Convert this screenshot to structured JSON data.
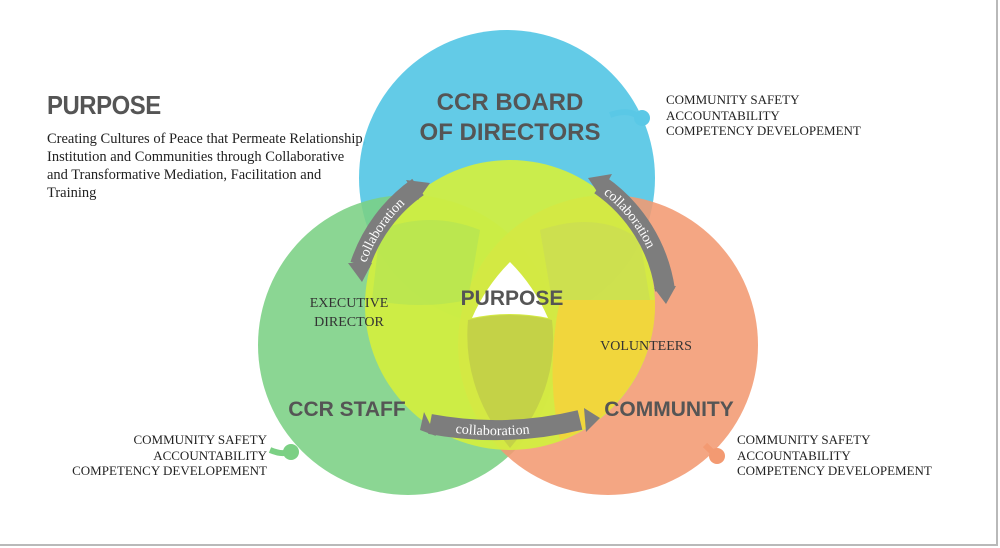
{
  "colors": {
    "board_circle": "#5bc8e6",
    "staff_circle": "#7bd084",
    "community_circle": "#f39a72",
    "purpose_circle": "#c9ec3c",
    "purpose_center": "#ffffff",
    "arc": "#7d7d7d",
    "heading_text": "#555555"
  },
  "sidebar": {
    "title": "PURPOSE",
    "description": "Creating Cultures of Peace that Permeate Relationship, Institution and Communities through Collaborative and Transformative Mediation, Facilitation and Training"
  },
  "circles": {
    "board": {
      "line1": "CCR BOARD",
      "line2": "OF DIRECTORS"
    },
    "staff": {
      "label": "CCR STAFF"
    },
    "community": {
      "label": "COMMUNITY"
    },
    "purpose": {
      "label": "PURPOSE"
    }
  },
  "roles": {
    "executive_line1": "EXECUTIVE",
    "executive_line2": "DIRECTOR",
    "volunteers": "VOLUNTEERS"
  },
  "arcs": {
    "left": "collaboration",
    "right": "collaboration",
    "bottom": "collaboration"
  },
  "notes": {
    "board": [
      "COMMUNITY SAFETY",
      "ACCOUNTABILITY",
      "COMPETENCY DEVELOPEMENT"
    ],
    "staff": [
      "COMMUNITY SAFETY",
      "ACCOUNTABILITY",
      "COMPETENCY DEVELOPEMENT"
    ],
    "community": [
      "COMMUNITY SAFETY",
      "ACCOUNTABILITY",
      "COMPETENCY DEVELOPEMENT"
    ]
  }
}
